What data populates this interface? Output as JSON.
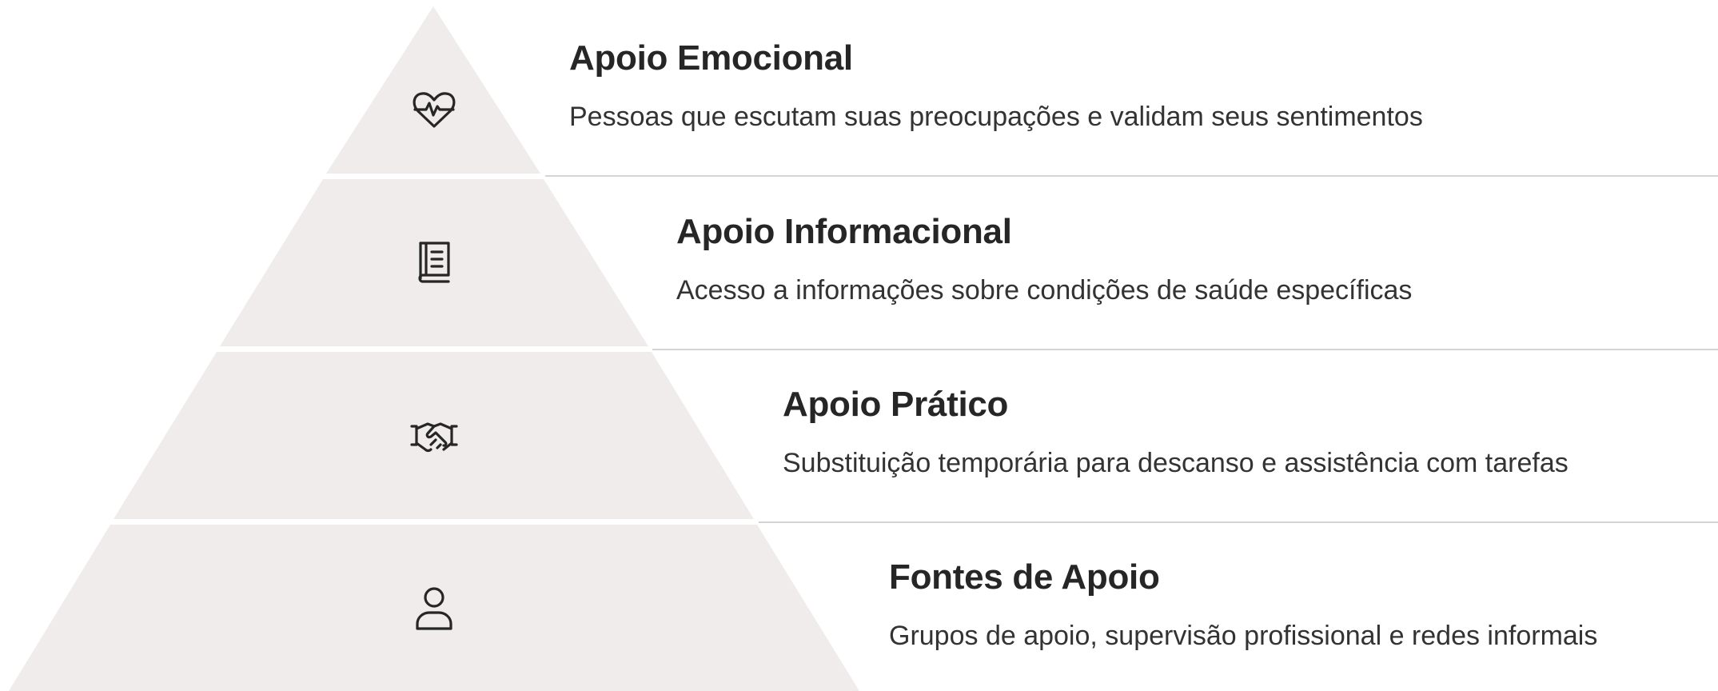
{
  "colors": {
    "tier_fill": "#EFECEB",
    "separator": "#D6D3D2",
    "icon_stroke": "#262626"
  },
  "tiers": [
    {
      "title": "Apoio Emocional",
      "description": "Pessoas que escutam suas preocupações e validam seus sentimentos",
      "icon": "heart-pulse-icon"
    },
    {
      "title": "Apoio Informacional",
      "description": "Acesso a informações sobre condições de saúde específicas",
      "icon": "book-icon"
    },
    {
      "title": "Apoio Prático",
      "description": "Substituição temporária para descanso e assistência com tarefas",
      "icon": "handshake-icon"
    },
    {
      "title": "Fontes de Apoio",
      "description": "Grupos de apoio, supervisão profissional e redes informais",
      "icon": "user-icon"
    }
  ]
}
